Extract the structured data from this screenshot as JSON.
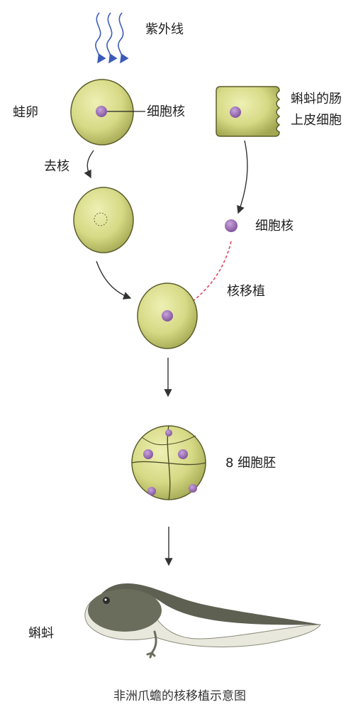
{
  "labels": {
    "uv": "紫外线",
    "frog_egg": "蛙卵",
    "nucleus_pointer": "细胞核",
    "intestinal_cell_line1": "蝌蚪的肠",
    "intestinal_cell_line2": "上皮细胞",
    "enucleate": "去核",
    "isolated_nucleus": "细胞核",
    "nuclear_transfer": "核移植",
    "eight_cell_embryo": "8 细胞胚",
    "tadpole": "蝌蚪"
  },
  "caption": "非洲爪蟾的核移植示意图",
  "colors": {
    "cell_fill": "#d9dc8a",
    "cell_shade": "#a9ad55",
    "cell_outline": "#5b5d2a",
    "nucleus": "#9a6bb5",
    "arrow": "#333333",
    "uv_arrow": "#3b5bb8",
    "transfer_arrow": "#e0445c",
    "tadpole_dark": "#5e6052",
    "tadpole_light": "#e8e8dc"
  }
}
